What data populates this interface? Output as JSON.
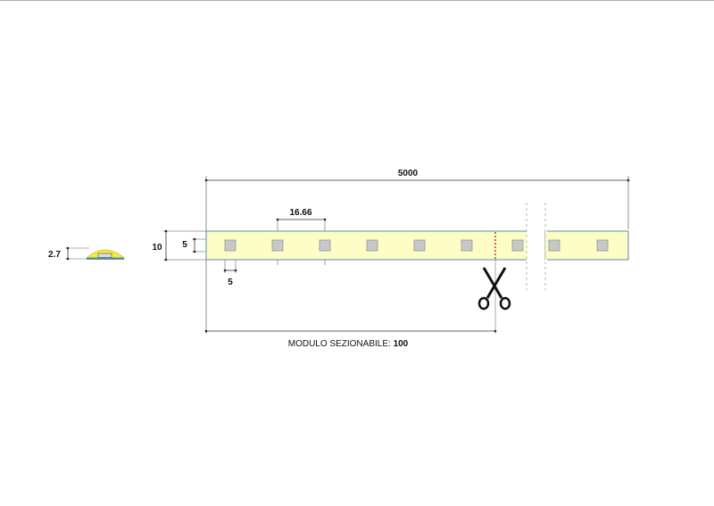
{
  "diagram": {
    "total_length": "5000",
    "led_pitch": "16.66",
    "strip_width": "10",
    "led_size_vertical": "5",
    "led_size_horizontal": "5",
    "profile_height": "2.7",
    "cut_module_label": "MODULO SEZIONABILE: ",
    "cut_module_value": "100",
    "colors": {
      "strip_fill": "#fdfdc6",
      "strip_border": "#5b8fa3",
      "led": "#c8c8c8",
      "cut_line": "#d9301f",
      "profile": "#f2ec3a"
    }
  }
}
